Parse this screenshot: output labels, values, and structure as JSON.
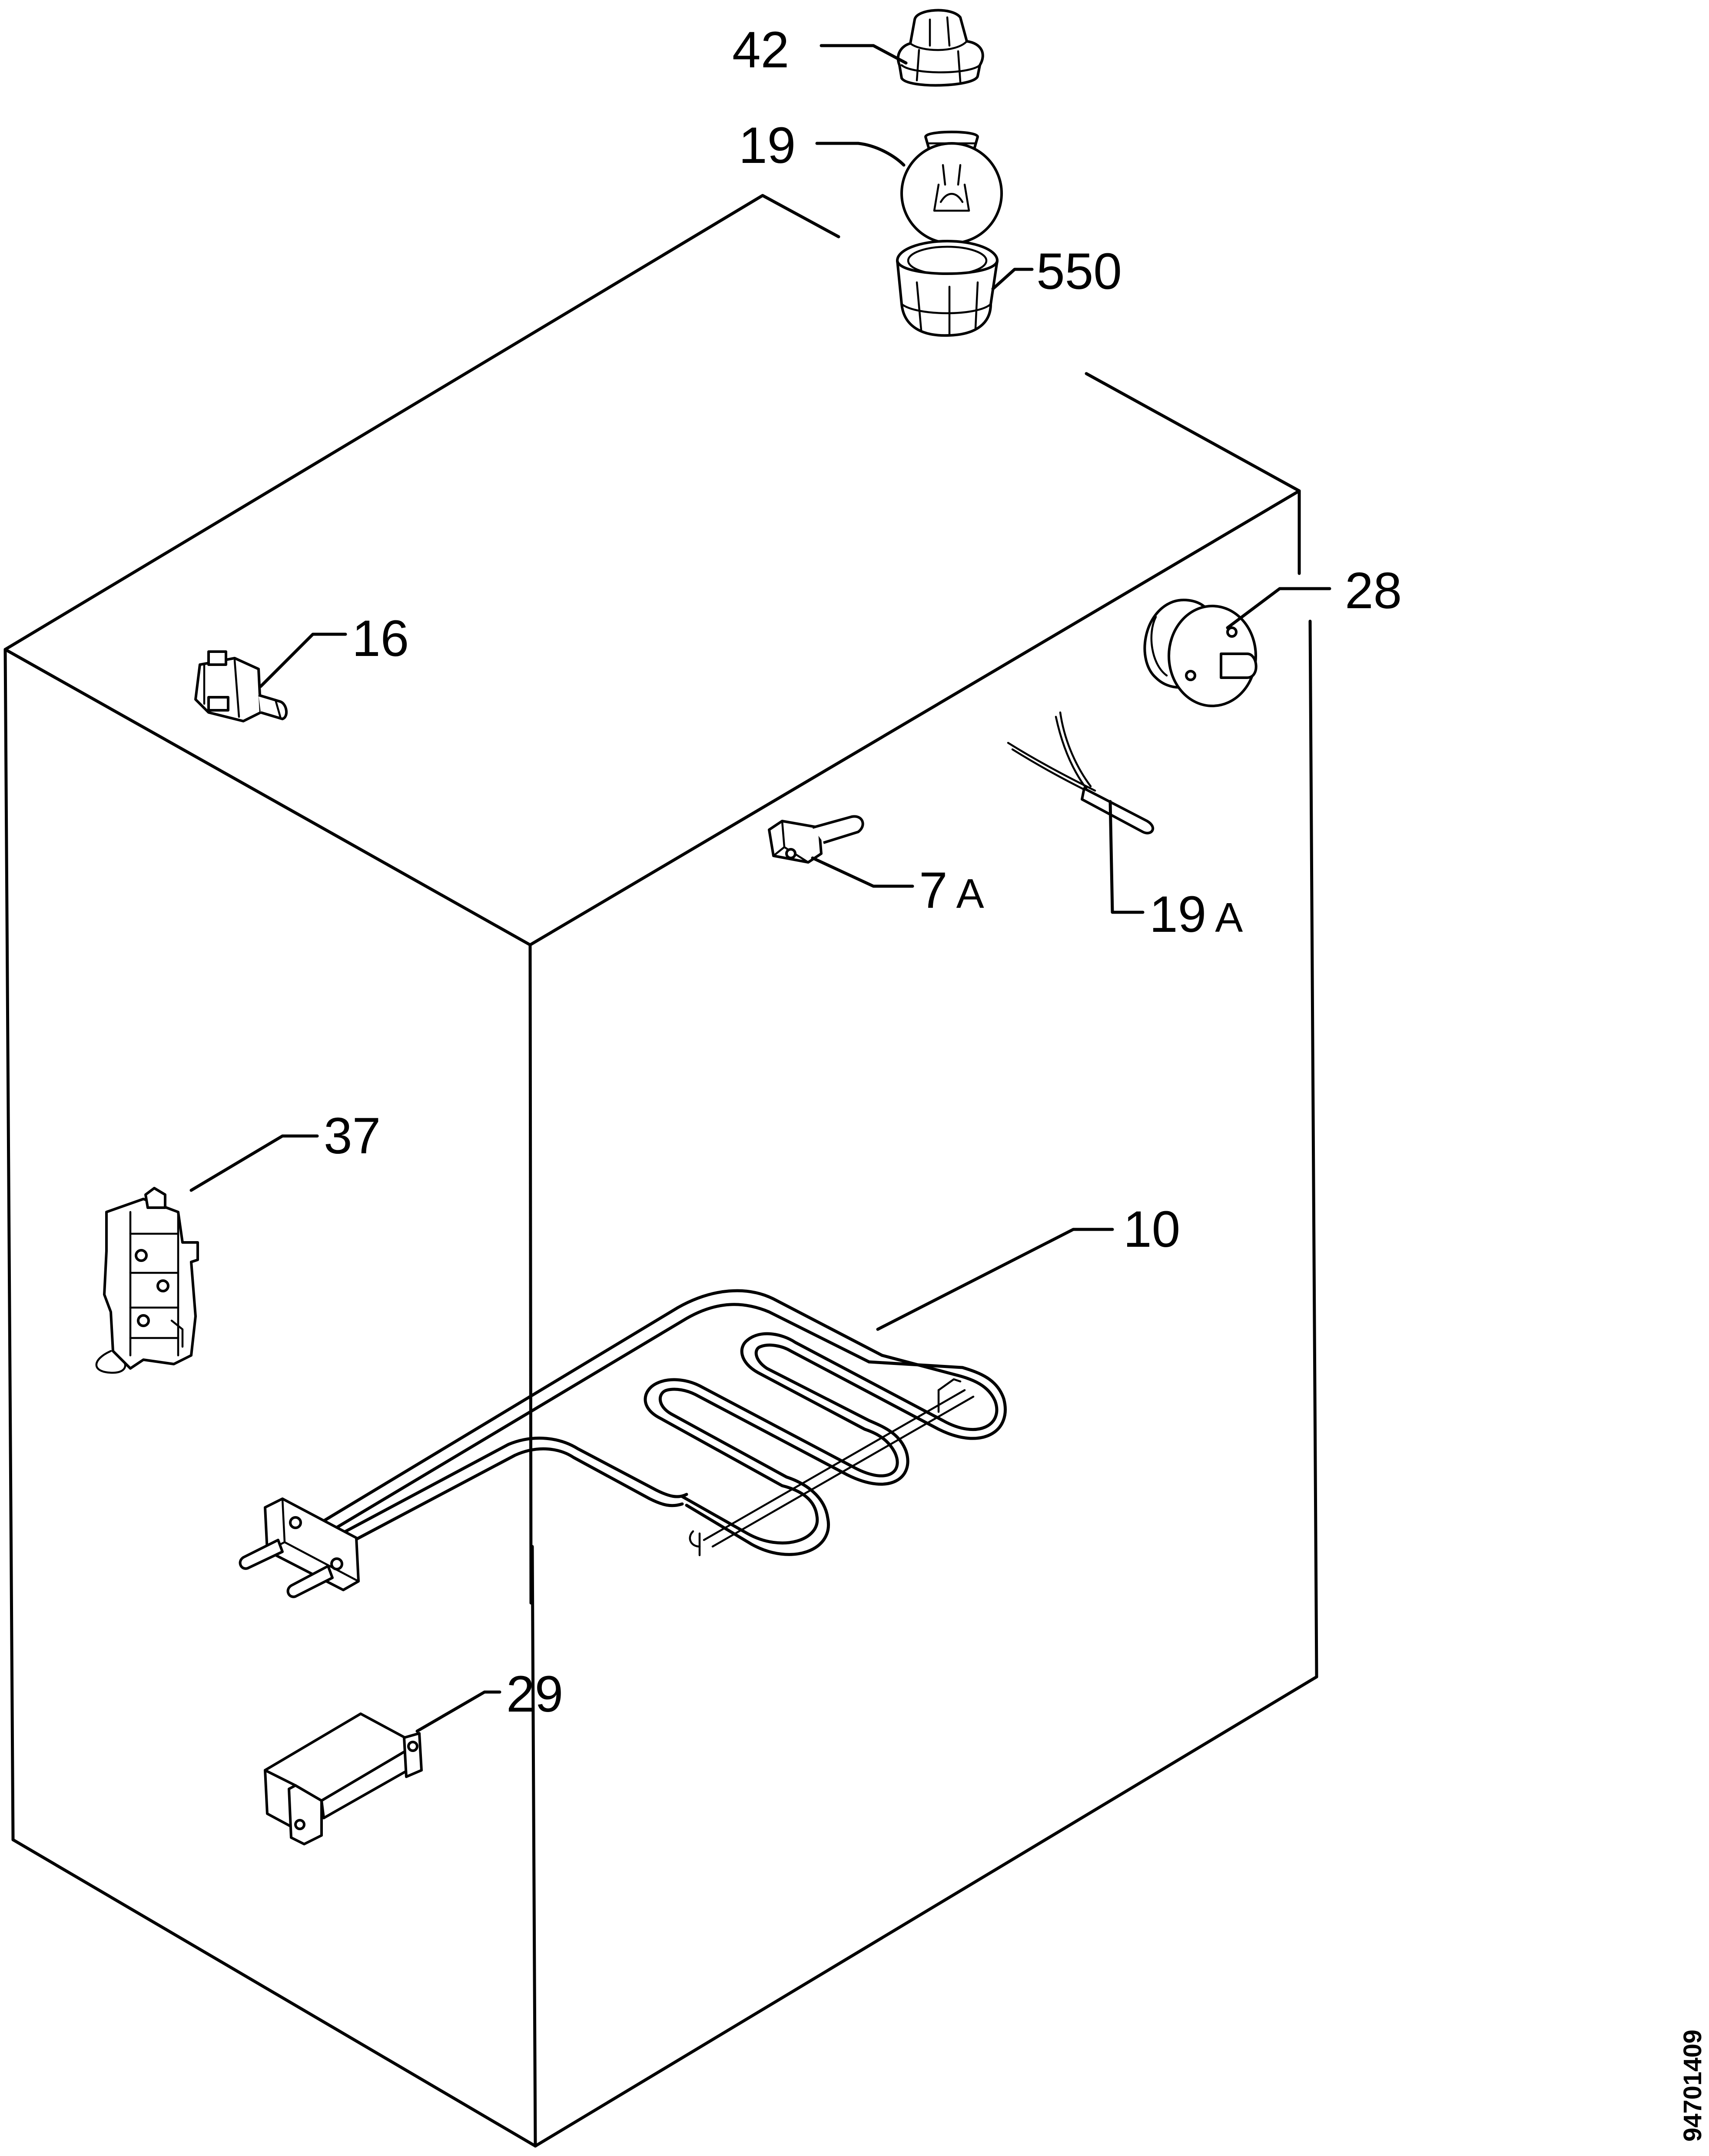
{
  "diagram": {
    "callouts": [
      {
        "id": "42",
        "label": "42",
        "suffix": ""
      },
      {
        "id": "19",
        "label": "19",
        "suffix": ""
      },
      {
        "id": "550",
        "label": "550",
        "suffix": ""
      },
      {
        "id": "28",
        "label": "28",
        "suffix": ""
      },
      {
        "id": "16",
        "label": "16",
        "suffix": ""
      },
      {
        "id": "7A",
        "label": "7",
        "suffix": "A"
      },
      {
        "id": "19A",
        "label": "19",
        "suffix": "A"
      },
      {
        "id": "37",
        "label": "37",
        "suffix": ""
      },
      {
        "id": "10",
        "label": "10",
        "suffix": ""
      },
      {
        "id": "29",
        "label": "29",
        "suffix": ""
      }
    ],
    "drawing_code": "94701409"
  }
}
